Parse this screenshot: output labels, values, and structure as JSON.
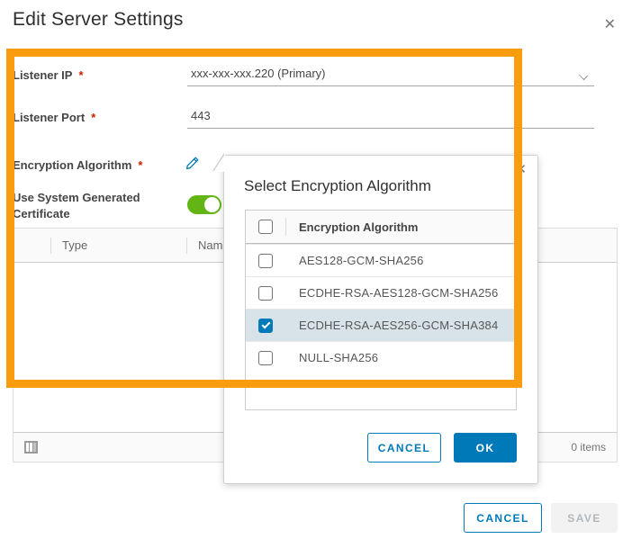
{
  "icons": {
    "close": "✕"
  },
  "dialog": {
    "title": "Edit Server Settings",
    "required_marker": "*",
    "fields": {
      "listener_ip": {
        "label": "Listener IP",
        "value": "xxx-xxx-xxx.220 (Primary)"
      },
      "listener_port": {
        "label": "Listener Port",
        "value": "443"
      },
      "encryption_algorithm": {
        "label": "Encryption Algorithm"
      },
      "use_system_generated_certificate": {
        "label": "Use System Generated Certificate",
        "state": "on"
      }
    },
    "table": {
      "columns": [
        "",
        "Type",
        "Name"
      ],
      "footer": {
        "items": "0 items"
      }
    },
    "buttons": {
      "cancel": "CANCEL",
      "save": "SAVE"
    }
  },
  "modal": {
    "title": "Select Encryption Algorithm",
    "table": {
      "header": "Encryption Algorithm",
      "rows": [
        {
          "label": "AES128-GCM-SHA256",
          "checked": false
        },
        {
          "label": "ECDHE-RSA-AES128-GCM-SHA256",
          "checked": false
        },
        {
          "label": "ECDHE-RSA-AES256-GCM-SHA384",
          "checked": true
        },
        {
          "label": "NULL-SHA256",
          "checked": false
        }
      ]
    },
    "buttons": {
      "cancel": "CANCEL",
      "ok": "OK"
    }
  },
  "colors": {
    "accent_blue": "#0079B8",
    "annotation_orange": "#F99D0E",
    "toggle_green": "#62B515",
    "selected_row": "#D8E3E9",
    "required_red": "#C92100"
  }
}
